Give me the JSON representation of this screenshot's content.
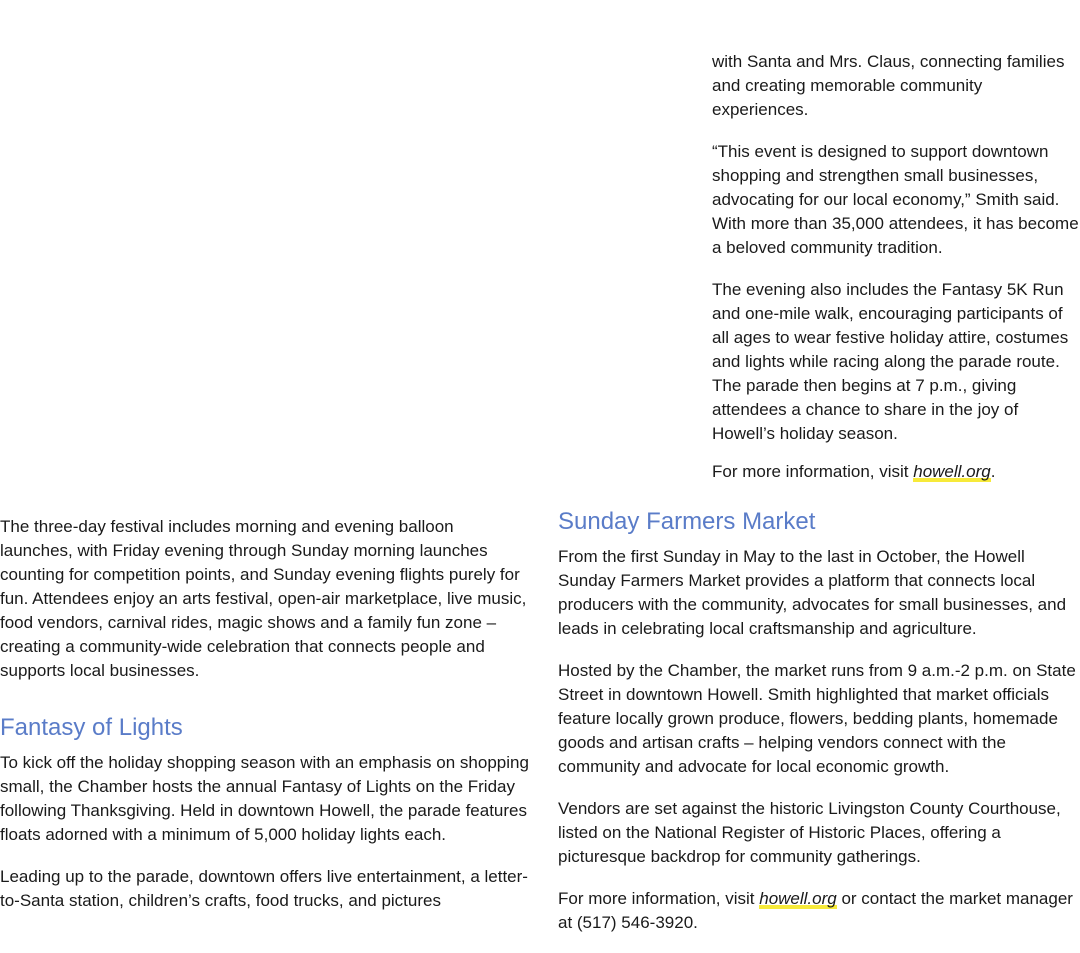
{
  "top_right": {
    "p1": "with Santa and Mrs. Claus, connecting families and creating memorable community experiences.",
    "p2": "“This event is designed to support downtown shopping and strengthen small businesses, advocating for our local economy,” Smith said. With more than 35,000 attendees, it has become a beloved community tradition.",
    "p3": "The evening also includes the Fantasy 5K Run and one-mile walk, encouraging participants of all ages to wear festive holiday attire, costumes and lights while racing along the parade route. The parade then begins at 7 p.m., giving attendees a chance to share in the joy of Howell’s holiday season.",
    "info_prefix": "For more information, visit ",
    "info_link": "howell.org",
    "info_suffix": "."
  },
  "left": {
    "p1": "The three-day festival includes morning and evening balloon launches, with Friday evening through Sunday morning launches counting for competition points, and Sunday evening flights purely for fun. Attendees enjoy an arts festival, open-air marketplace, live music, food vendors, carnival rides, magic shows and a family fun zone – creating a community-wide celebration that connects people and supports local businesses.",
    "heading": "Fantasy of Lights",
    "p2": "To kick off the holiday shopping season with an emphasis on shopping small, the Chamber hosts the annual Fantasy of Lights on the Friday following Thanksgiving. Held in downtown Howell, the parade features floats adorned with a minimum of 5,000 holiday lights each.",
    "p3": "Leading up to the parade, downtown offers live entertainment, a letter-to-Santa station, children’s crafts, food trucks, and pictures"
  },
  "right": {
    "heading": "Sunday Farmers Market",
    "p1": "From the first Sunday in May to the last in October, the Howell Sunday Farmers Market provides a platform that connects local producers with the community, advocates for small businesses, and leads in celebrating local craftsmanship and agriculture.",
    "p2": "Hosted by the Chamber, the market runs from 9 a.m.-2 p.m. on State Street in downtown Howell. Smith highlighted that market officials feature locally grown produce, flowers, bedding plants, homemade goods and artisan crafts – helping vendors connect with the community and advocate for local economic growth.",
    "p3": "Vendors are set against the historic Livingston County Courthouse, listed on the National Register of Historic Places, offering a picturesque backdrop for community gatherings.",
    "info_prefix": "For more information, visit ",
    "info_link": "howell.org",
    "info_suffix": " or contact the market manager at (517) 546-3920."
  },
  "colors": {
    "heading": "#5a7cc8",
    "link_highlight": "#f7ea3a",
    "text": "#1a1a1a"
  }
}
